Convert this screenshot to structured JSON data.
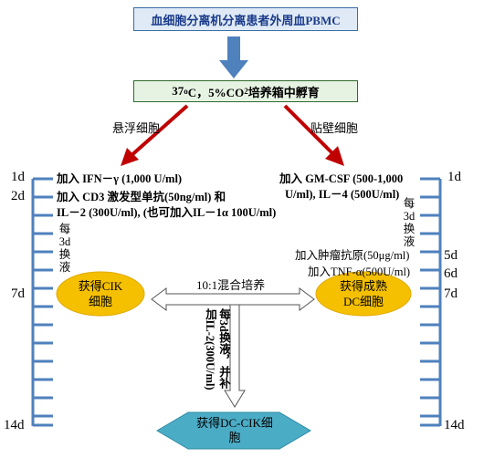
{
  "top_box": "血细胞分离机分离患者外周血PBMC",
  "incubate_box": {
    "temp": "37",
    "deg": "o",
    "temp_unit": "C，5%CO",
    "co2_sub": "2",
    "rest": "培养箱中孵育"
  },
  "left_branch": "悬浮细胞",
  "right_branch": "贴壁细胞",
  "days_left": [
    "1d",
    "2d",
    "7d",
    "14d"
  ],
  "days_right": [
    "1d",
    "5d",
    "6d",
    "7d",
    "14d"
  ],
  "left_steps": {
    "step1": "加入 IFN－γ (1,000 U/ml)",
    "step2a": "加入 CD3 激发型单抗(50ng/ml) 和",
    "step2b": "IL－2 (300U/ml), (也可加入IL－1α 100U/ml)",
    "change_media": "每3d换液"
  },
  "right_steps": {
    "step1a": "加入 GM-CSF (500-1,000",
    "step1b": "U/ml), IL－4 (500U/ml)",
    "change_media": "每3d换液",
    "step5": "加入肿瘤抗原(50μg/ml)",
    "step6": "加入TNF-α(500U/ml)"
  },
  "cik_ellipse": "获得CIK细胞",
  "dc_ellipse": "获得成熟DC细胞",
  "mix_label": "10:1混合培养",
  "down_label": "每3d换液，并补加IL-2(300U/ml)",
  "final_box": "获得DC-CIK细胞",
  "colors": {
    "blue_arrow": "#4f81bd",
    "red_arrow": "#c00000",
    "scale": "#4f81bd",
    "ellipse": "#f5c000",
    "diamond": "#4bacc6"
  }
}
